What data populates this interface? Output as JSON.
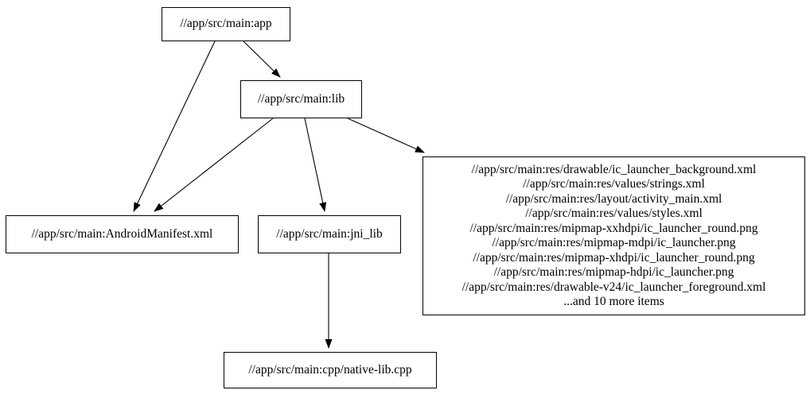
{
  "diagram": {
    "type": "build-dependency-graph",
    "background_color": "#ffffff",
    "node_border_color": "#000000",
    "edge_color": "#000000",
    "text_color": "#000000",
    "nodes": {
      "app": {
        "label": "//app/src/main:app"
      },
      "lib": {
        "label": "//app/src/main:lib"
      },
      "android_manifest": {
        "label": "//app/src/main:AndroidManifest.xml"
      },
      "jni_lib": {
        "label": "//app/src/main:jni_lib"
      },
      "native_lib": {
        "label": "//app/src/main:cpp/native-lib.cpp"
      },
      "res_group": {
        "lines": [
          "//app/src/main:res/drawable/ic_launcher_background.xml",
          "//app/src/main:res/values/strings.xml",
          "//app/src/main:res/layout/activity_main.xml",
          "//app/src/main:res/values/styles.xml",
          "//app/src/main:res/mipmap-xxhdpi/ic_launcher_round.png",
          "//app/src/main:res/mipmap-mdpi/ic_launcher.png",
          "//app/src/main:res/mipmap-xhdpi/ic_launcher_round.png",
          "//app/src/main:res/mipmap-hdpi/ic_launcher.png",
          "//app/src/main:res/drawable-v24/ic_launcher_foreground.xml",
          "...and 10 more items"
        ]
      }
    },
    "edges": [
      {
        "from": "app",
        "to": "lib"
      },
      {
        "from": "app",
        "to": "android_manifest"
      },
      {
        "from": "lib",
        "to": "android_manifest"
      },
      {
        "from": "lib",
        "to": "jni_lib"
      },
      {
        "from": "lib",
        "to": "res_group"
      },
      {
        "from": "jni_lib",
        "to": "native_lib"
      }
    ]
  }
}
